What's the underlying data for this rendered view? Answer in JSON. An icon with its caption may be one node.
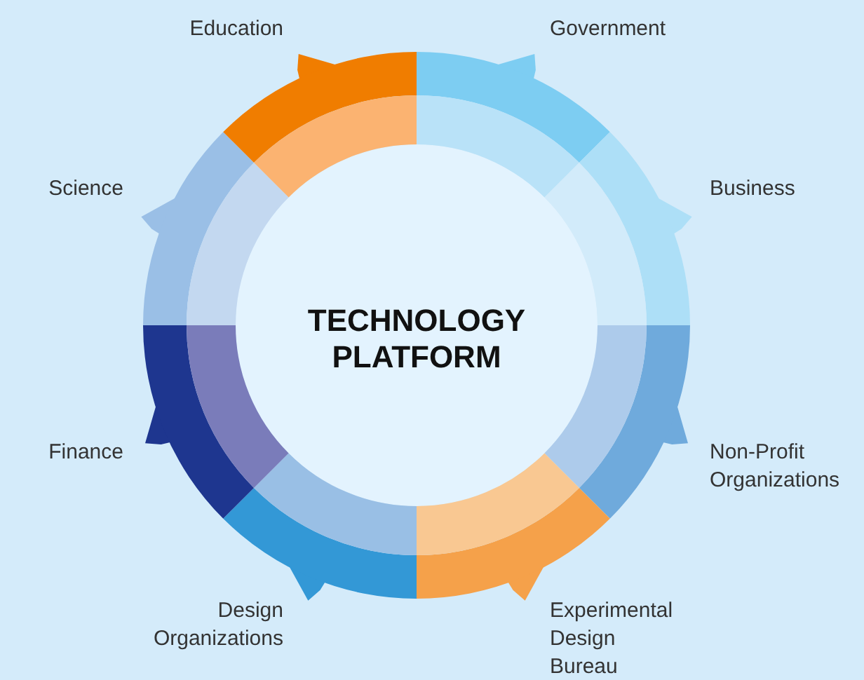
{
  "diagram": {
    "nodes": [
      {
        "text": [
          "TECHNOLOGY PLATFORM"
        ]
      },
      {
        "text": [
          "Government"
        ]
      },
      {
        "text": [
          "Business"
        ]
      },
      {
        "text": [
          "Non-Profit Organizations"
        ]
      },
      {
        "text": [
          "Experimental Design Bureau"
        ]
      },
      {
        "text": [
          "Design Organizations"
        ]
      },
      {
        "text": [
          "Finance"
        ]
      },
      {
        "text": [
          "Science"
        ]
      },
      {
        "text": [
          "Education"
        ]
      }
    ]
  }
}
